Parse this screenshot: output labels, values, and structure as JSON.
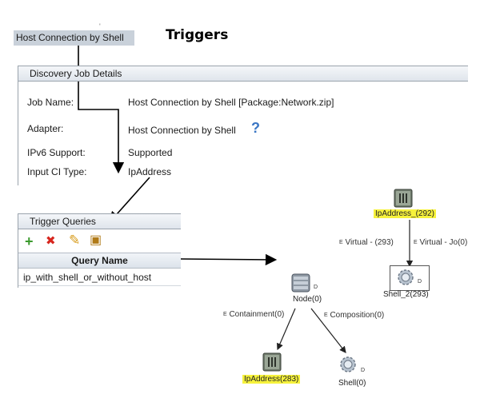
{
  "header": {
    "breadcrumb": "Host Connection by Shell",
    "breadcrumb_fragment": "'",
    "title": "Triggers"
  },
  "details": {
    "panel_title": "Discovery Job Details",
    "fields": [
      {
        "label": "Job Name:",
        "value": "Host Connection by Shell [Package:Network.zip]"
      },
      {
        "label": "Adapter:",
        "value": "Host Connection by Shell"
      },
      {
        "label": "IPv6 Support:",
        "value": "Supported"
      },
      {
        "label": "Input CI Type:",
        "value": "IpAddress"
      }
    ],
    "help_glyph": "?"
  },
  "trigger_queries": {
    "panel_title": "Trigger Queries",
    "toolbar": [
      {
        "name": "add-icon",
        "glyph": "+",
        "color": "#3b9a2e"
      },
      {
        "name": "delete-icon",
        "glyph": "✖",
        "color": "#d7261e"
      },
      {
        "name": "edit-icon",
        "glyph": "✎",
        "color": "#d79a18"
      },
      {
        "name": "show-query-icon",
        "glyph": "▣",
        "color": "#b07a18"
      }
    ],
    "column_header": "Query Name",
    "rows": [
      "ip_with_shell_or_without_host"
    ]
  },
  "graph": {
    "nodes": {
      "ip_top": "IpAddress_(292)",
      "shell_2": "Shell_2(293)",
      "node": "Node(0)",
      "ip_bottom": "IpAddress(283)",
      "shell": "Shell(0)"
    },
    "edges": {
      "virtual_left": "Virtual - (293)",
      "virtual_right": "Virtual - Jo(0)",
      "containment": "Containment(0)",
      "composition": "Composition(0)"
    },
    "edge_prefix": "E",
    "badge": "D",
    "highlight_color": "#f6f23c"
  }
}
